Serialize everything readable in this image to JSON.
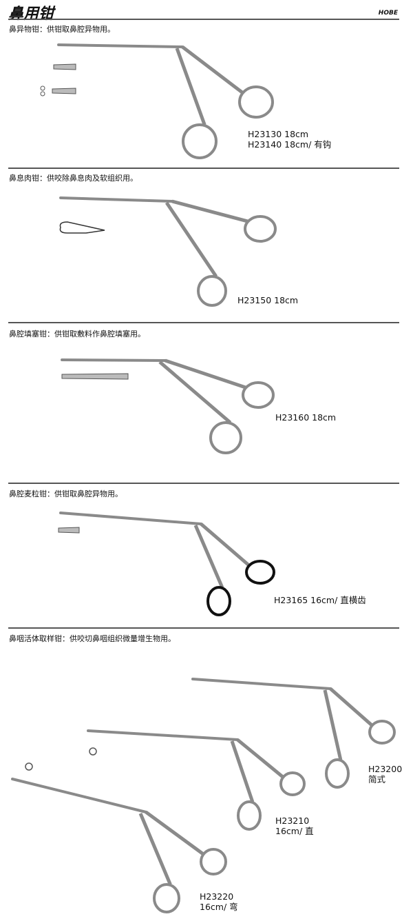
{
  "header": {
    "title": "鼻用钳",
    "brand": "HOBE"
  },
  "sections": [
    {
      "caption": "鼻异物钳：供钳取鼻腔异物用。",
      "labels": [
        "H23130 18cm",
        "H23140 18cm/ 有钩"
      ]
    },
    {
      "caption": "鼻息肉钳：供咬除鼻息肉及软组织用。",
      "labels": [
        "H23150 18cm"
      ]
    },
    {
      "caption": "鼻腔填塞钳：供钳取敷料作鼻腔填塞用。",
      "labels": [
        "H23160 18cm"
      ]
    },
    {
      "caption": "鼻腔麦粒钳：供钳取鼻腔异物用。",
      "labels": [
        "H23165 16cm/ 直横齿"
      ]
    },
    {
      "caption": "鼻咽活体取样钳：供咬切鼻咽组织微量增生物用。",
      "labels": [
        "H23200",
        "简式",
        "H23210",
        "16cm/ 直",
        "H23220",
        "16cm/ 弯"
      ]
    }
  ],
  "colors": {
    "steel": "#8a8a8a",
    "black": "#111111"
  }
}
